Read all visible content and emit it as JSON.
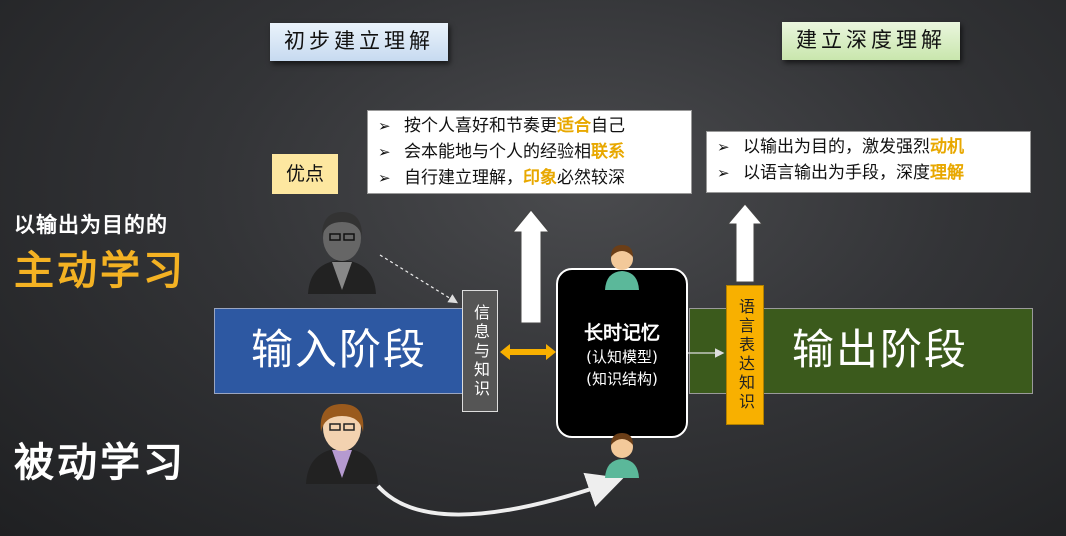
{
  "top_labels": {
    "initial": "初步建立理解",
    "deep": "建立深度理解"
  },
  "merit_tag": "优点",
  "advantages_left": [
    {
      "bullet": "➢",
      "pre": "按个人喜好和节奏更",
      "hl": "适合",
      "post": "自己"
    },
    {
      "bullet": "➢",
      "pre": "会本能地与个人的经验相",
      "hl": "联系",
      "post": ""
    },
    {
      "bullet": "➢",
      "pre": "自行建立理解，",
      "hl": "印象",
      "post": "必然较深"
    }
  ],
  "advantages_right": [
    {
      "bullet": "➢",
      "pre": "以输出为目的，激发强烈",
      "hl": "动机",
      "post": ""
    },
    {
      "bullet": "➢",
      "pre": "以语言输出为手段，深度",
      "hl": "理解",
      "post": ""
    }
  ],
  "active_learning": {
    "line1": "以输出为目的的",
    "line2": "主动学习"
  },
  "passive_learning": "被动学习",
  "input_stage": "输入阶段",
  "output_stage": "输出阶段",
  "info_box": "信息与知识",
  "lang_box": "语言表达知识",
  "memory": {
    "title": "长时记忆",
    "sub1": "(认知模型)",
    "sub2": "(知识结构)"
  },
  "colors": {
    "input_bar": "#2d58a2",
    "output_bar": "#3b5a1c",
    "highlight": "#e8a800",
    "active_heading": "#f4b223",
    "double_arrow": "#f8b000"
  }
}
